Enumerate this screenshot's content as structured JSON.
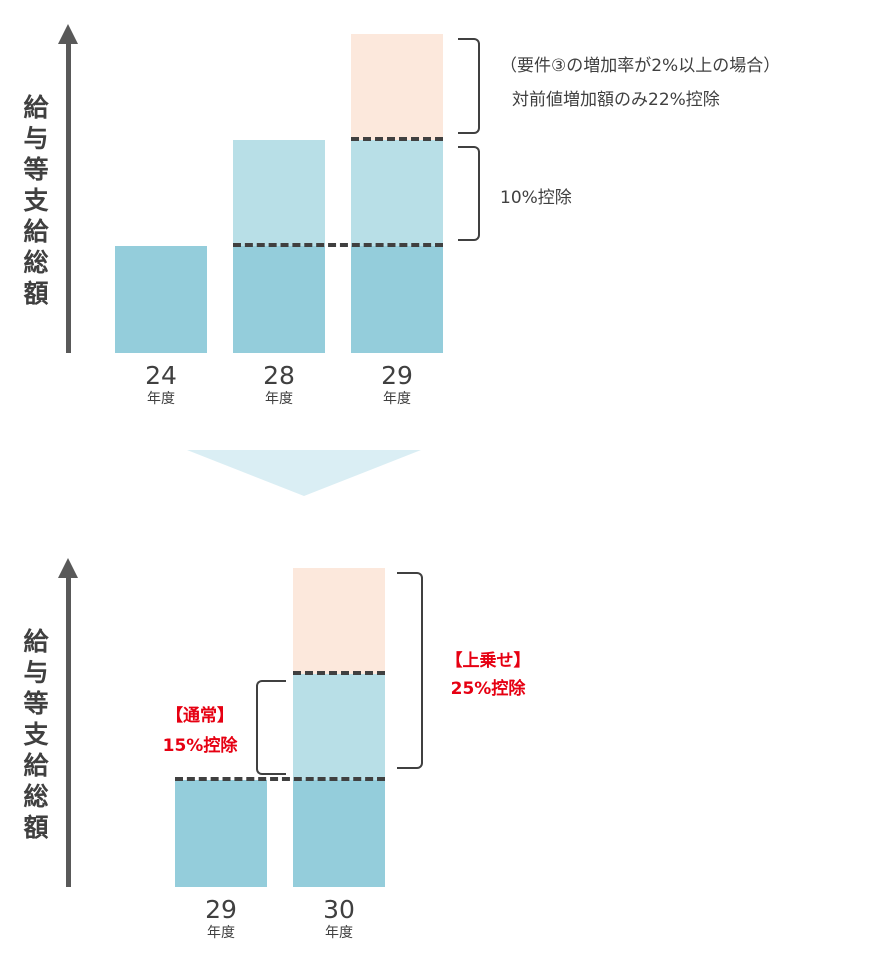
{
  "colors": {
    "base": "#94cddb",
    "mid": "#b8dfe7",
    "top": "#fce8dc",
    "axis": "#595959",
    "accent_red": "#e60012",
    "transition_arrow": "#daeef4"
  },
  "top_diagram": {
    "axis_label": "給与等支給総額",
    "years": [
      {
        "num": "24",
        "unit": "年度"
      },
      {
        "num": "28",
        "unit": "年度"
      },
      {
        "num": "29",
        "unit": "年度"
      }
    ],
    "note_upper_line1": "（要件③の増加率が2%以上の場合）",
    "note_upper_line2": "対前値増加額のみ22%控除",
    "note_lower": "10%控除"
  },
  "bottom_diagram": {
    "axis_label": "給与等支給総額",
    "years": [
      {
        "num": "29",
        "unit": "年度"
      },
      {
        "num": "30",
        "unit": "年度"
      }
    ],
    "normal_title": "【通常】",
    "normal_value": "15%控除",
    "extra_title": "【上乗せ】",
    "extra_value": "25%控除"
  }
}
